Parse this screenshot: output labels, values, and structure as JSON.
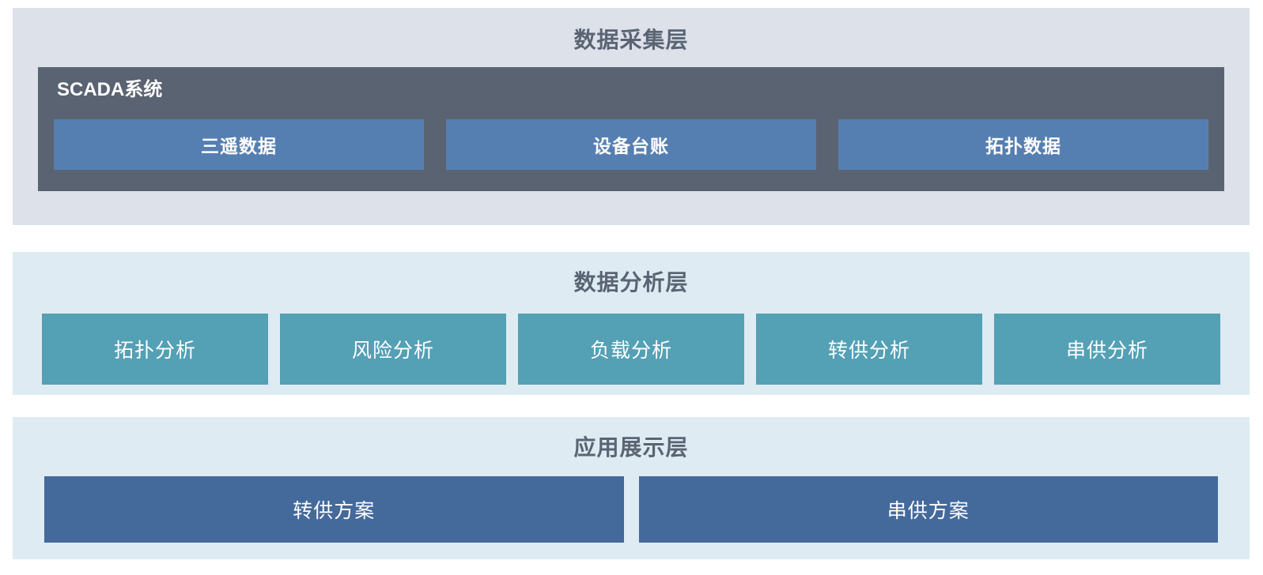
{
  "colors": {
    "page_background": "#ffffff",
    "collection_layer_background": "#dce1ea",
    "analysis_layer_background": "#deebf2",
    "application_layer_background": "#deebf2",
    "layer_title_text": "#5a6473",
    "scada_panel_background": "#5a6372",
    "scada_item_background": "#567fb1",
    "analysis_item_background": "#54a0b5",
    "application_item_background": "#44699b",
    "item_text": "#ffffff"
  },
  "layers": {
    "collection": {
      "title": "数据采集层",
      "scada": {
        "label": "SCADA系统",
        "items": [
          {
            "label": "三遥数据"
          },
          {
            "label": "设备台账"
          },
          {
            "label": "拓扑数据"
          }
        ]
      }
    },
    "analysis": {
      "title": "数据分析层",
      "items": [
        {
          "label": "拓扑分析"
        },
        {
          "label": "风险分析"
        },
        {
          "label": "负载分析"
        },
        {
          "label": "转供分析"
        },
        {
          "label": "串供分析"
        }
      ]
    },
    "application": {
      "title": "应用展示层",
      "items": [
        {
          "label": "转供方案"
        },
        {
          "label": "串供方案"
        }
      ]
    }
  }
}
